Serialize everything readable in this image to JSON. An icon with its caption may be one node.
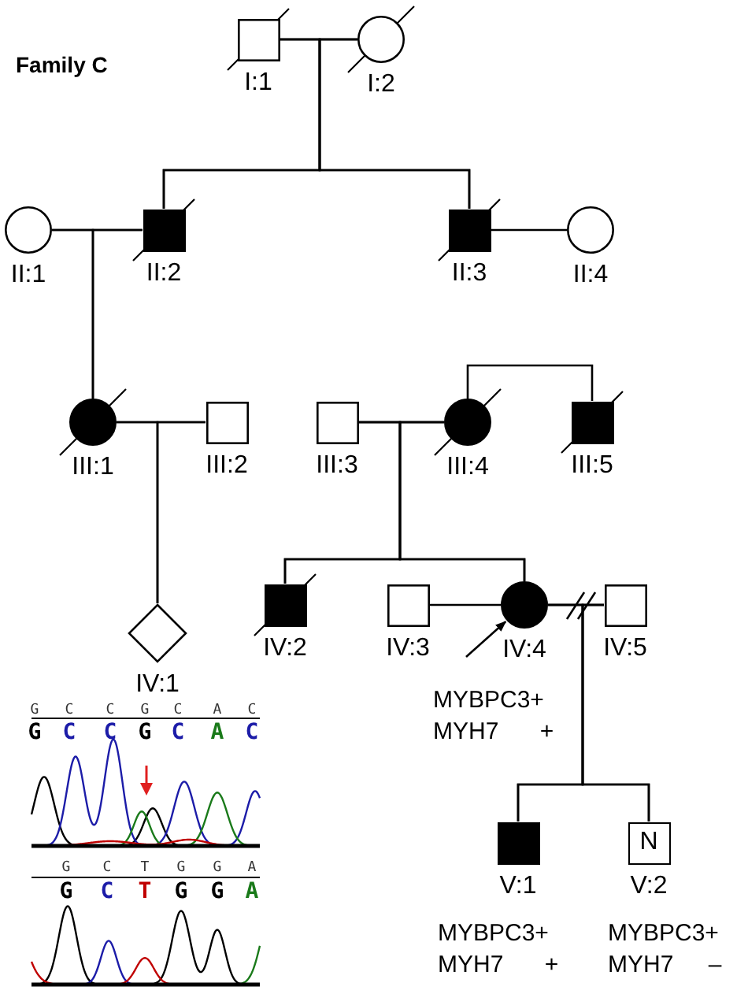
{
  "diagram": {
    "title": "Family C",
    "nodes": [
      {
        "text": [],
        "shape": "box",
        "beside": [
          "I:1"
        ]
      },
      {
        "text": [],
        "shape": "circle",
        "beside": [
          "I:2"
        ]
      },
      {
        "text": [],
        "shape": "circle",
        "beside": [
          "II:1"
        ]
      },
      {
        "text": [],
        "shape": "box",
        "beside": [
          "II:2"
        ]
      },
      {
        "text": [],
        "shape": "box",
        "beside": [
          "II:3"
        ]
      },
      {
        "text": [],
        "shape": "circle",
        "beside": [
          "II:4"
        ]
      },
      {
        "text": [],
        "shape": "circle",
        "beside": [
          "III:1"
        ]
      },
      {
        "text": [],
        "shape": "box",
        "beside": [
          "III:2"
        ]
      },
      {
        "text": [],
        "shape": "box",
        "beside": [
          "III:3"
        ]
      },
      {
        "text": [],
        "shape": "circle",
        "beside": [
          "III:4"
        ]
      },
      {
        "text": [],
        "shape": "box",
        "beside": [
          "III:5"
        ]
      },
      {
        "text": [],
        "shape": "diamond",
        "beside": [
          "IV:1"
        ]
      },
      {
        "text": [],
        "shape": "box",
        "beside": [
          "IV:2"
        ]
      },
      {
        "text": [],
        "shape": "box",
        "beside": [
          "IV:3"
        ]
      },
      {
        "text": [],
        "shape": "circle",
        "beside": [
          "IV:4",
          "MYBPC3+",
          "MYH7 +"
        ]
      },
      {
        "text": [],
        "shape": "box",
        "beside": [
          "IV:5"
        ]
      },
      {
        "text": [],
        "shape": "box",
        "beside": [
          "V:1",
          "MYBPC3+",
          "MYH7 +"
        ]
      },
      {
        "text": [
          "N"
        ],
        "beside": [
          "V:2",
          "MYBPC3+",
          "MYH7 –"
        ]
      }
    ],
    "edges": [
      {
        "from": 0,
        "to": 1,
        "arrow": "none"
      },
      {
        "from": 0,
        "to": 3,
        "arrow": "none"
      },
      {
        "from": 1,
        "to": 3,
        "arrow": "none"
      },
      {
        "from": 0,
        "to": 4,
        "arrow": "none"
      },
      {
        "from": 1,
        "to": 4,
        "arrow": "none"
      },
      {
        "from": 2,
        "to": 3,
        "arrow": "none"
      },
      {
        "from": 2,
        "to": 6,
        "arrow": "none"
      },
      {
        "from": 3,
        "to": 6,
        "arrow": "none"
      },
      {
        "from": 4,
        "to": 5,
        "arrow": "none"
      },
      {
        "from": 6,
        "to": 7,
        "arrow": "none"
      },
      {
        "from": 6,
        "to": 11,
        "arrow": "none"
      },
      {
        "from": 7,
        "to": 11,
        "arrow": "none"
      },
      {
        "from": 8,
        "to": 9,
        "arrow": "none"
      },
      {
        "from": 9,
        "to": 10,
        "arrow": "none"
      },
      {
        "from": 8,
        "to": 12,
        "arrow": "none"
      },
      {
        "from": 9,
        "to": 12,
        "arrow": "none"
      },
      {
        "from": 8,
        "to": 14,
        "arrow": "none"
      },
      {
        "from": 9,
        "to": 14,
        "arrow": "none"
      },
      {
        "from": 13,
        "to": 14,
        "arrow": "none"
      },
      {
        "from": 14,
        "to": 15,
        "arrow": "none"
      },
      {
        "from": 14,
        "to": 16,
        "arrow": "none"
      },
      {
        "from": 15,
        "to": 16,
        "arrow": "none"
      },
      {
        "from": 14,
        "to": 17,
        "arrow": "none"
      },
      {
        "from": 15,
        "to": 17,
        "arrow": "none"
      },
      {
        "from": null,
        "to": 14,
        "arrow": "to"
      }
    ],
    "labels": [
      "G",
      "C",
      "C",
      "G",
      "C",
      "A",
      "C",
      "G",
      "C",
      "C",
      "G",
      "C",
      "A",
      "C",
      "G",
      "C",
      "T",
      "G",
      "G",
      "A",
      "G",
      "C",
      "T",
      "G",
      "G",
      "A"
    ]
  }
}
